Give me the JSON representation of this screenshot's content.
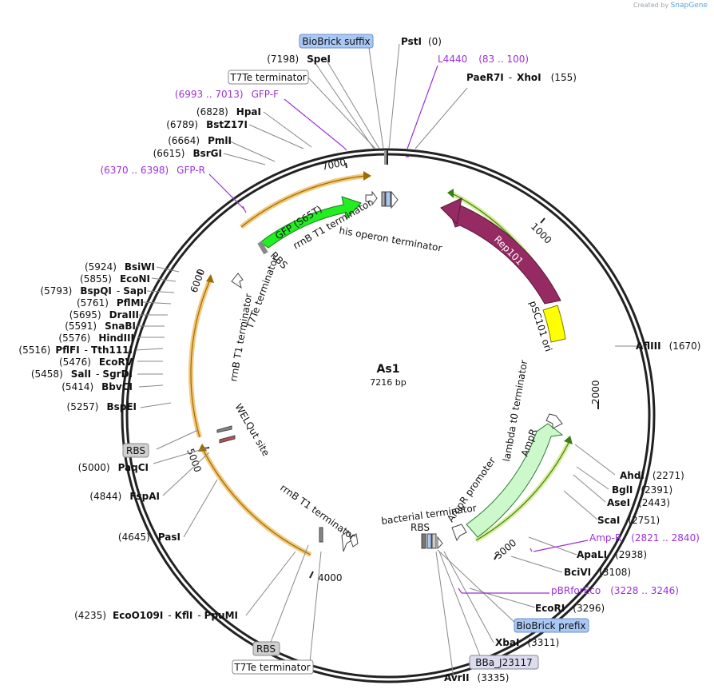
{
  "credit": {
    "prefix": "Created by",
    "brand": "SnapGene"
  },
  "plasmid": {
    "name": "As1",
    "length_label": "7216 bp",
    "length": 7216
  },
  "ticks": [
    "1000",
    "2000",
    "3000",
    "4000",
    "5000",
    "6000",
    "7000"
  ],
  "features": [
    {
      "name": "GFP (S65T)",
      "label": "GFP (S65T)",
      "color": "#22ee22"
    },
    {
      "name": "Rep101",
      "label": "Rep101",
      "color": "#962b63"
    },
    {
      "name": "pSC101 ori",
      "label": "pSC101 ori",
      "color": "#ffff00"
    },
    {
      "name": "AmpR",
      "label": "AmpR",
      "color": "#ccf8cc"
    },
    {
      "name": "AmpR promoter",
      "label": "AmpR promoter"
    },
    {
      "name": "lambda t0 terminator",
      "label": "lambda t0 terminator"
    },
    {
      "name": "bacterial terminator",
      "label": "bacterial terminator"
    },
    {
      "name": "RBS",
      "label": "RBS"
    },
    {
      "name": "rrnB T1 terminator",
      "label": "rrnB T1 terminator"
    },
    {
      "name": "his operon terminator",
      "label": "his operon terminator"
    },
    {
      "name": "T7Te terminator",
      "label": "T7Te terminator"
    },
    {
      "name": "WELQut site",
      "label": "WELQut site"
    }
  ],
  "inner_labels": {
    "gfp": "GFP (S65T)",
    "rep": "Rep101",
    "ori": "pSC101 ori",
    "amp": "AmpR",
    "amp_prom": "AmpR promoter",
    "lambda": "lambda t0 terminator",
    "bact": "bacterial terminator",
    "rbs_top": "RBS",
    "rbs_bottom": "RBS",
    "rrnb_top": "rrnB T1 terminator",
    "his": "his operon terminator",
    "rrnb_left": "rrnB T1 terminator",
    "t7te_left": "T7Te terminator",
    "welq": "WELQut site",
    "rrnb_bottom": "rrnB T1 terminator"
  },
  "sites": [
    {
      "name": "PstI",
      "pos": "(0)"
    },
    {
      "name": "PaeR7I",
      "name2": "XhoI",
      "pos": "(155)"
    },
    {
      "name": "AflIII",
      "pos": "(1670)"
    },
    {
      "name": "AhdI",
      "pos": "(2271)"
    },
    {
      "name": "BglI",
      "pos": "(2391)"
    },
    {
      "name": "AseI",
      "pos": "(2443)"
    },
    {
      "name": "ScaI",
      "pos": "(2751)"
    },
    {
      "name": "ApaLI",
      "pos": "(2938)"
    },
    {
      "name": "BciVI",
      "pos": "(3108)"
    },
    {
      "name": "EcoRI",
      "pos": "(3296)"
    },
    {
      "name": "XbaI",
      "pos": "(3311)"
    },
    {
      "name": "AvrII",
      "pos": "(3335)"
    },
    {
      "name": "EcoO109I",
      "name2": "KflI",
      "name3": "PpuMI",
      "pos": "(4235)"
    },
    {
      "name": "PasI",
      "pos": "(4645)"
    },
    {
      "name": "FspAI",
      "pos": "(4844)"
    },
    {
      "name": "PaqCI",
      "pos": "(5000)"
    },
    {
      "name": "BspEI",
      "pos": "(5257)"
    },
    {
      "name": "BbvCI",
      "pos": "(5414)"
    },
    {
      "name": "SalI",
      "name2": "SgrDI",
      "pos": "(5458)"
    },
    {
      "name": "EcoRV",
      "pos": "(5476)"
    },
    {
      "name": "PflFI",
      "name2": "Tth111I",
      "pos": "(5516)"
    },
    {
      "name": "HindIII",
      "pos": "(5576)"
    },
    {
      "name": "SnaBI",
      "pos": "(5591)"
    },
    {
      "name": "DraIII",
      "pos": "(5695)"
    },
    {
      "name": "PflMI",
      "pos": "(5761)"
    },
    {
      "name": "BspQI",
      "name2": "SapI",
      "pos": "(5793)"
    },
    {
      "name": "EcoNI",
      "pos": "(5855)"
    },
    {
      "name": "BsiWI",
      "pos": "(5924)"
    },
    {
      "name": "BsrGI",
      "pos": "(6615)"
    },
    {
      "name": "PmlI",
      "pos": "(6664)"
    },
    {
      "name": "BstZ17I",
      "pos": "(6789)"
    },
    {
      "name": "HpaI",
      "pos": "(6828)"
    },
    {
      "name": "SpeI",
      "pos": "(7198)"
    }
  ],
  "primers": [
    {
      "name": "L4440",
      "pos": "(83 .. 100)"
    },
    {
      "name": "Amp-R",
      "pos": "(2821 .. 2840)"
    },
    {
      "name": "pBRforEco",
      "pos": "(3228 .. 3246)"
    },
    {
      "name": "GFP-F",
      "pos": "(6993 .. 7013)"
    },
    {
      "name": "GFP-R",
      "pos": "(6370 .. 6398)"
    }
  ],
  "boxed_features": [
    {
      "name": "BioBrick suffix",
      "style": "blue"
    },
    {
      "name": "T7Te terminator",
      "style": "white"
    },
    {
      "name": "BioBrick prefix",
      "style": "blue"
    },
    {
      "name": "BBa_J23117",
      "style": "lavender"
    },
    {
      "name": "RBS",
      "style": "gray"
    },
    {
      "name": "RBS",
      "style": "gray"
    },
    {
      "name": "T7Te terminator",
      "style": "white"
    }
  ],
  "colors": {
    "primer": "#9b30d9",
    "backbone": "#222222",
    "line": "#888888",
    "blue_box": "#a9c8f5",
    "gray_box": "#cfcfcf",
    "lavender_box": "#dcdcf0"
  }
}
